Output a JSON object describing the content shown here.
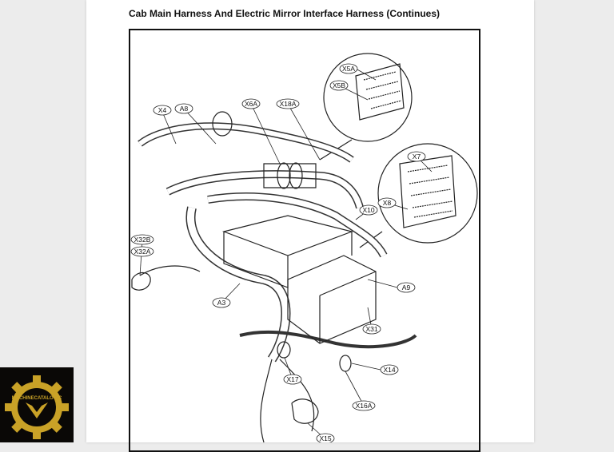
{
  "document": {
    "title": "Cab Main Harness And Electric Mirror Interface Harness (Continues)"
  },
  "diagram": {
    "callouts": [
      "X5A",
      "X5B",
      "X7",
      "X8",
      "X4",
      "A8",
      "X6A",
      "X18A",
      "X10",
      "X32B",
      "X32A",
      "A9",
      "A3",
      "X31",
      "X14",
      "X17",
      "X16A",
      "X15"
    ]
  },
  "logo": {
    "text": "MACHINECATALOGIC",
    "color": "#c9a227"
  }
}
